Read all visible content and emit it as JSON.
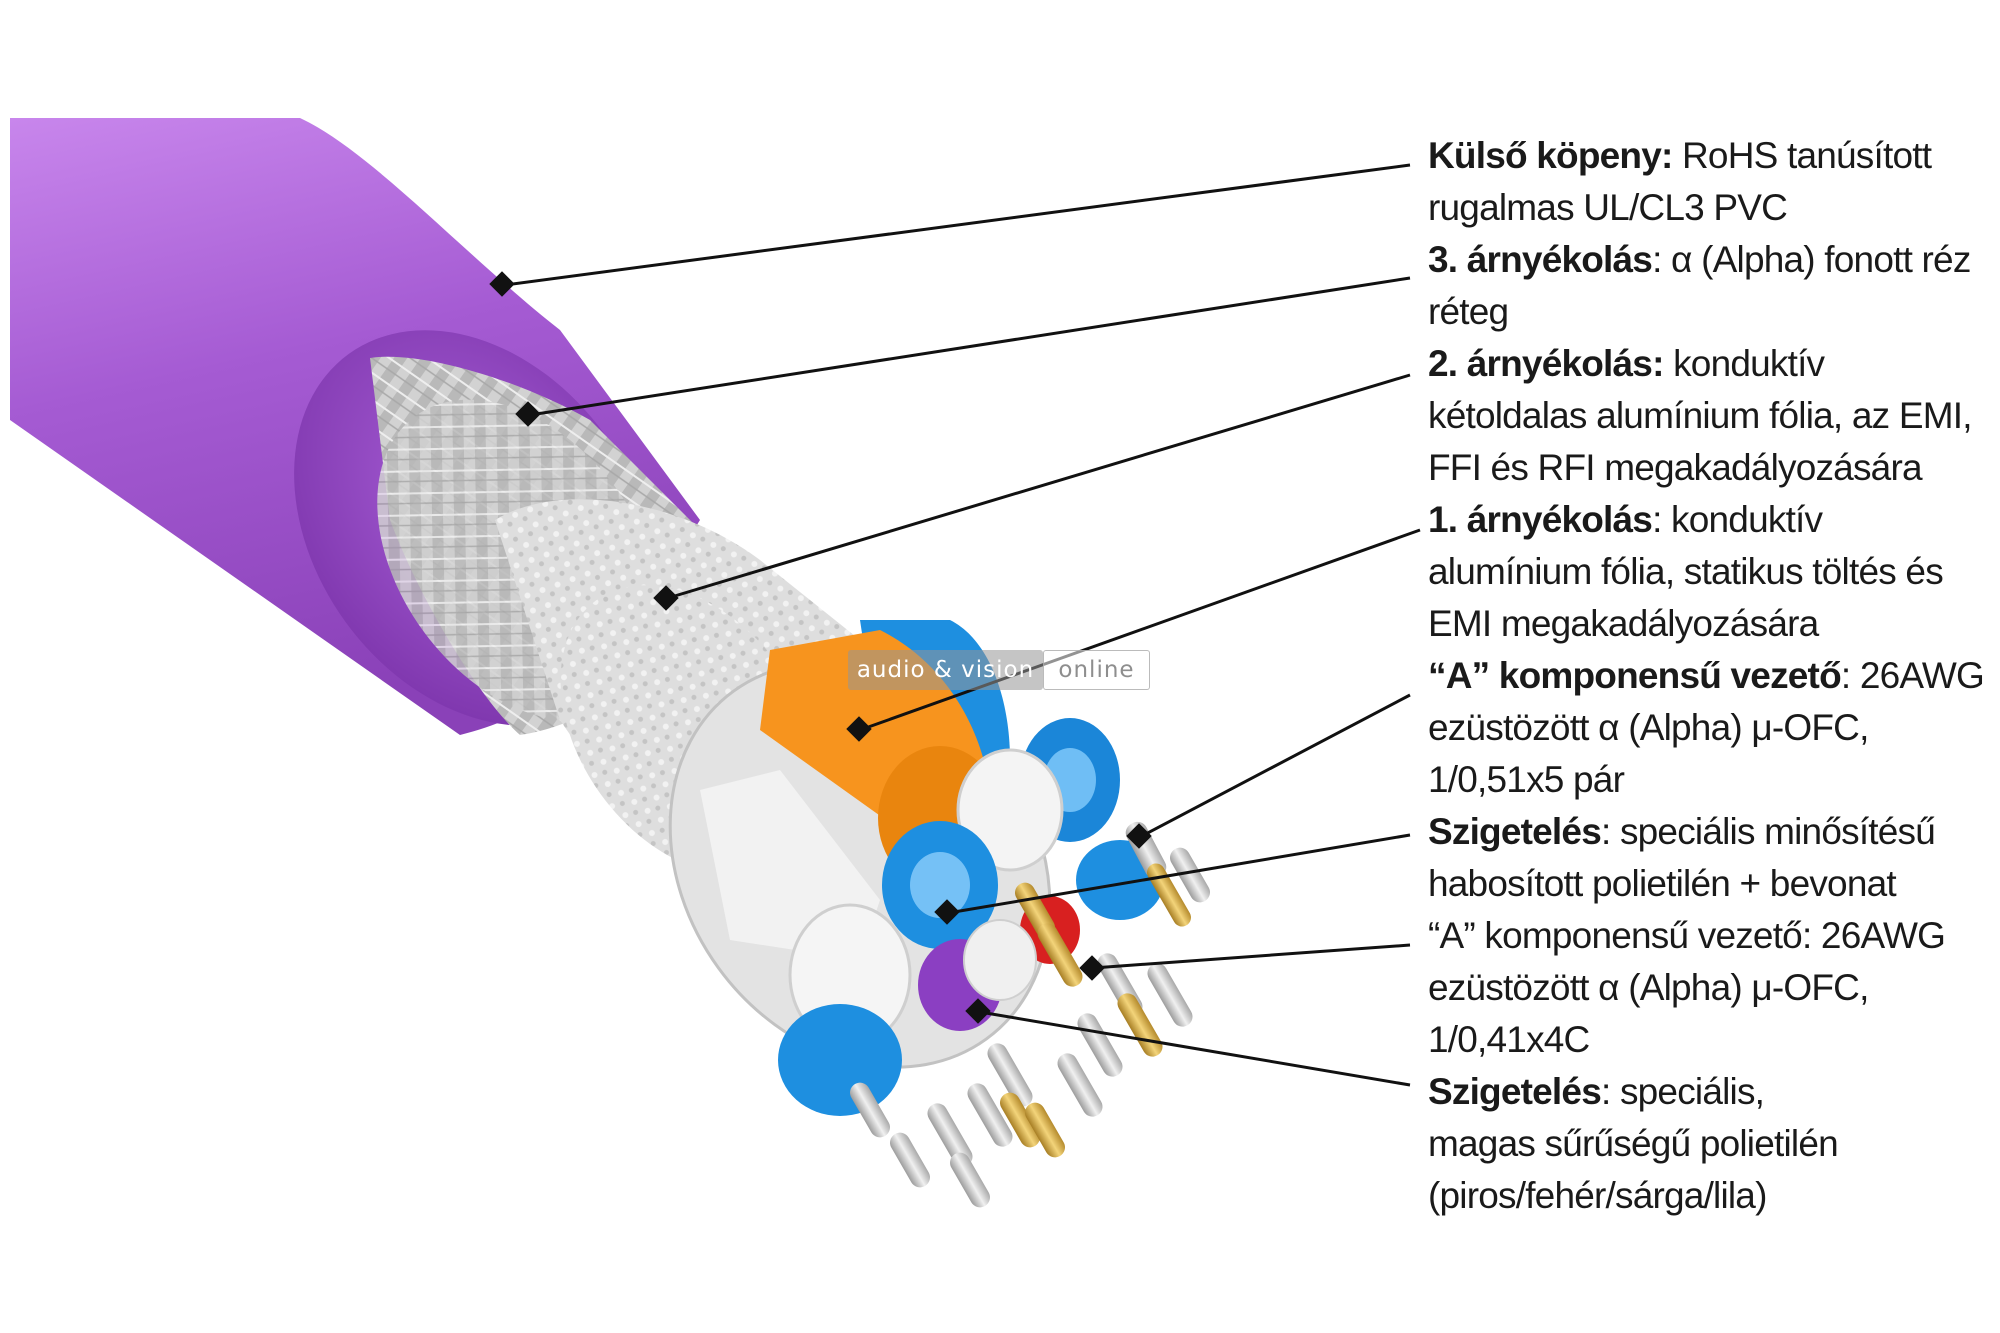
{
  "labels": [
    {
      "lines": [
        {
          "bold": "Külső köpeny:",
          "text": " RoHS tanúsított"
        },
        {
          "bold": "",
          "text": "rugalmas UL/CL3 PVC"
        }
      ]
    },
    {
      "lines": [
        {
          "bold": "3. árnyékolás",
          "text": ": α (Alpha) fonott réz"
        },
        {
          "bold": "",
          "text": "réteg"
        }
      ]
    },
    {
      "lines": [
        {
          "bold": "2. árnyékolás:",
          "text": " konduktív"
        },
        {
          "bold": "",
          "text": "kétoldalas alumínium fólia, az EMI,"
        },
        {
          "bold": "",
          "text": "FFI és RFI megakadályozására"
        }
      ]
    },
    {
      "lines": [
        {
          "bold": "1. árnyékolás",
          "text": ": konduktív"
        },
        {
          "bold": "",
          "text": "alumínium fólia, statikus töltés és"
        },
        {
          "bold": "",
          "text": "EMI megakadályozására"
        }
      ]
    },
    {
      "lines": [
        {
          "bold": "“A” komponensű vezető",
          "text": ": 26AWG"
        },
        {
          "bold": "",
          "text": "ezüstözött α (Alpha) μ-OFC,"
        },
        {
          "bold": "",
          "text": "1/0,51x5 pár"
        }
      ]
    },
    {
      "lines": [
        {
          "bold": "Szigetelés",
          "text": ": speciális minősítésű"
        },
        {
          "bold": "",
          "text": "habosított polietilén + bevonat"
        }
      ]
    },
    {
      "lines": [
        {
          "bold": "",
          "text": "“A” komponensű vezető: 26AWG"
        },
        {
          "bold": "",
          "text": "ezüstözött α (Alpha) μ-OFC,"
        },
        {
          "bold": "",
          "text": "1/0,41x4C"
        }
      ]
    },
    {
      "lines": [
        {
          "bold": "Szigetelés",
          "text": ": speciális,"
        },
        {
          "bold": "",
          "text": "magas sűrűségű polietilén"
        },
        {
          "bold": "",
          "text": "(piros/fehér/sárga/lila)"
        }
      ]
    }
  ],
  "watermark": {
    "left": "audio & vision",
    "right": "online"
  },
  "colors": {
    "jacket": "#a35ad0",
    "jacket_highlight": "#c27ee6",
    "braid": "#c9c9c9",
    "foil": "#d8d8d8",
    "orange": "#f7941e",
    "blue": "#1e8fe0",
    "white_core": "#f2f2f2",
    "purple_core": "#8b3fc2",
    "red_core": "#d82020",
    "gold": "#d8b24a",
    "leader": "#111111"
  }
}
